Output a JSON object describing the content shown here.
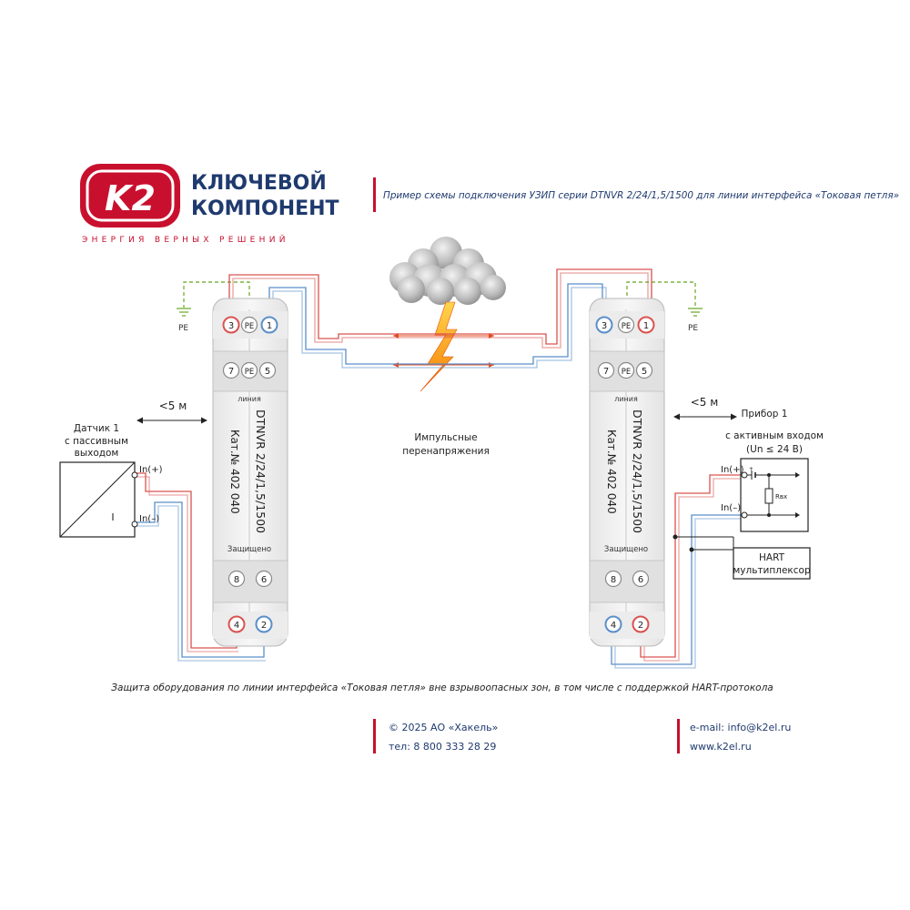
{
  "brand": {
    "logo_text": "K2",
    "name_line1": "КЛЮЧЕВОЙ",
    "name_line2": "КОМПОНЕНТ",
    "slogan": "ЭНЕРГИЯ ВЕРНЫХ РЕШЕНИЙ",
    "red": "#c8102e",
    "navy": "#1f3a6e"
  },
  "header": {
    "title": "Пример схемы подключения УЗИП серии DTNVR 2/24/1,5/1500 для линии интерфейса «Токовая петля»"
  },
  "diagram": {
    "pe_label": "PE",
    "distance_label": "<5 м",
    "surge_label_line1": "Импульсные",
    "surge_label_line2": "перенапряжения",
    "device": {
      "model": "DTNVR 2/24/1,5/1500",
      "catalog": "Кат.№  402 040",
      "line_label": "линия",
      "protected_label": "Защищено",
      "terminal_pe": "PE",
      "left_top": [
        "3",
        "PE",
        "1"
      ],
      "left_mid": [
        "7",
        "PE",
        "5"
      ],
      "left_lower": [
        "8",
        "6"
      ],
      "left_bottom": [
        "4",
        "2"
      ],
      "right_top": [
        "3",
        "PE",
        "1"
      ],
      "right_mid": [
        "7",
        "PE",
        "5"
      ],
      "right_lower": [
        "8",
        "6"
      ],
      "right_bottom": [
        "4",
        "2"
      ]
    },
    "sensor": {
      "title_line1": "Датчик 1",
      "title_line2": "с пассивным",
      "title_line3": "выходом",
      "symbol": "I",
      "in_plus": "In(+)",
      "in_minus": "In(–)"
    },
    "instrument": {
      "title_line1": "Прибор 1",
      "title_line2": "с активным входом",
      "title_line3": "(Un ≤ 24 В)",
      "in_plus": "In(+)",
      "in_minus": "In(–)",
      "resistor": "Rвх"
    },
    "hart": {
      "line1": "HART",
      "line2": "мультиплексор"
    },
    "wire_red": "#d9534f",
    "wire_blue": "#5b8fc9",
    "wire_pe": "#7cb342"
  },
  "caption": "Защита оборудования по линии интерфейса «Токовая петля» вне взрывоопасных зон, в том числе с поддержкой HART-протокола",
  "footer": {
    "copyright": "© 2025 АО «Хакель»",
    "phone": "тел: 8 800 333 28 29",
    "email": "e-mail: info@k2el.ru",
    "website": "www.k2el.ru"
  }
}
